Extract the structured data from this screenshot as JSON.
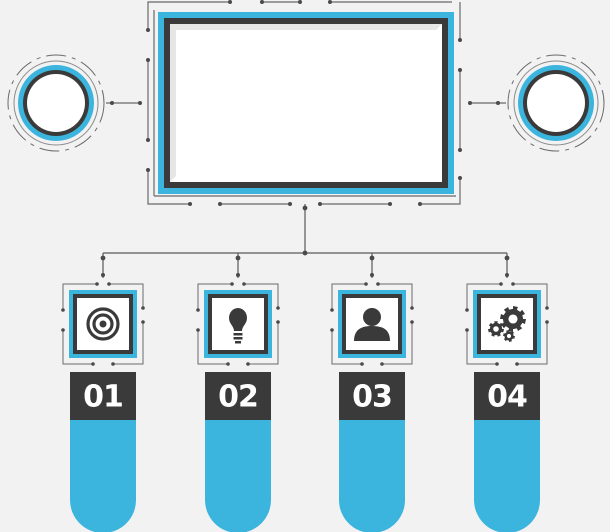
{
  "colors": {
    "accent": "#3bb4de",
    "dark": "#3a3a3a",
    "line": "#6a6a6a",
    "background": "#f2f2f2",
    "panel": "#ffffff"
  },
  "main_screen": {
    "icon": "blank-screen"
  },
  "side_circles": [
    {
      "side": "left"
    },
    {
      "side": "right"
    }
  ],
  "steps": [
    {
      "number": "01",
      "icon": "target-icon"
    },
    {
      "number": "02",
      "icon": "lightbulb-icon"
    },
    {
      "number": "03",
      "icon": "user-icon"
    },
    {
      "number": "04",
      "icon": "gears-icon"
    }
  ]
}
